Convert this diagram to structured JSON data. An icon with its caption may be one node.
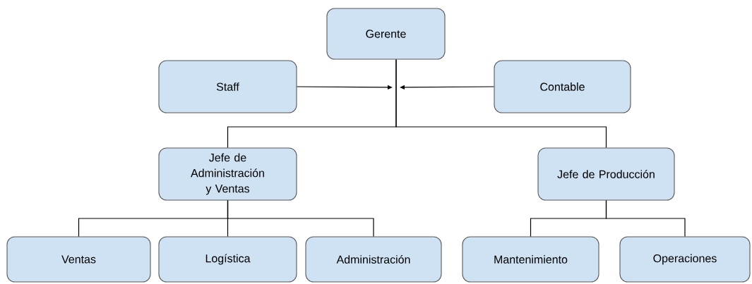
{
  "diagram": {
    "nodes": [
      {
        "text": [
          "Gerente"
        ]
      },
      {
        "text": [
          "Staff"
        ]
      },
      {
        "text": [
          "Contable"
        ]
      },
      {
        "text": [
          "Jefe de Administración y Ventas"
        ]
      },
      {
        "text": [
          "Jefe de Producción"
        ]
      },
      {
        "text": [
          "Ventas"
        ]
      },
      {
        "text": [
          "Logística"
        ]
      },
      {
        "text": [
          "Administración"
        ]
      },
      {
        "text": [
          "Mantenimiento"
        ]
      },
      {
        "text": [
          "Operaciones"
        ]
      }
    ],
    "edges": [
      {
        "from": 1,
        "to": null,
        "arrow": "to"
      },
      {
        "from": 2,
        "to": null,
        "arrow": "to"
      },
      {
        "from": 0,
        "to": 3,
        "arrow": "none"
      },
      {
        "from": 0,
        "to": 4,
        "arrow": "none"
      },
      {
        "from": 3,
        "to": 5,
        "arrow": "none"
      },
      {
        "from": 3,
        "to": 6,
        "arrow": "none"
      },
      {
        "from": 3,
        "to": 7,
        "arrow": "none"
      },
      {
        "from": 4,
        "to": 8,
        "arrow": "none"
      },
      {
        "from": 4,
        "to": 9,
        "arrow": "none"
      }
    ]
  }
}
